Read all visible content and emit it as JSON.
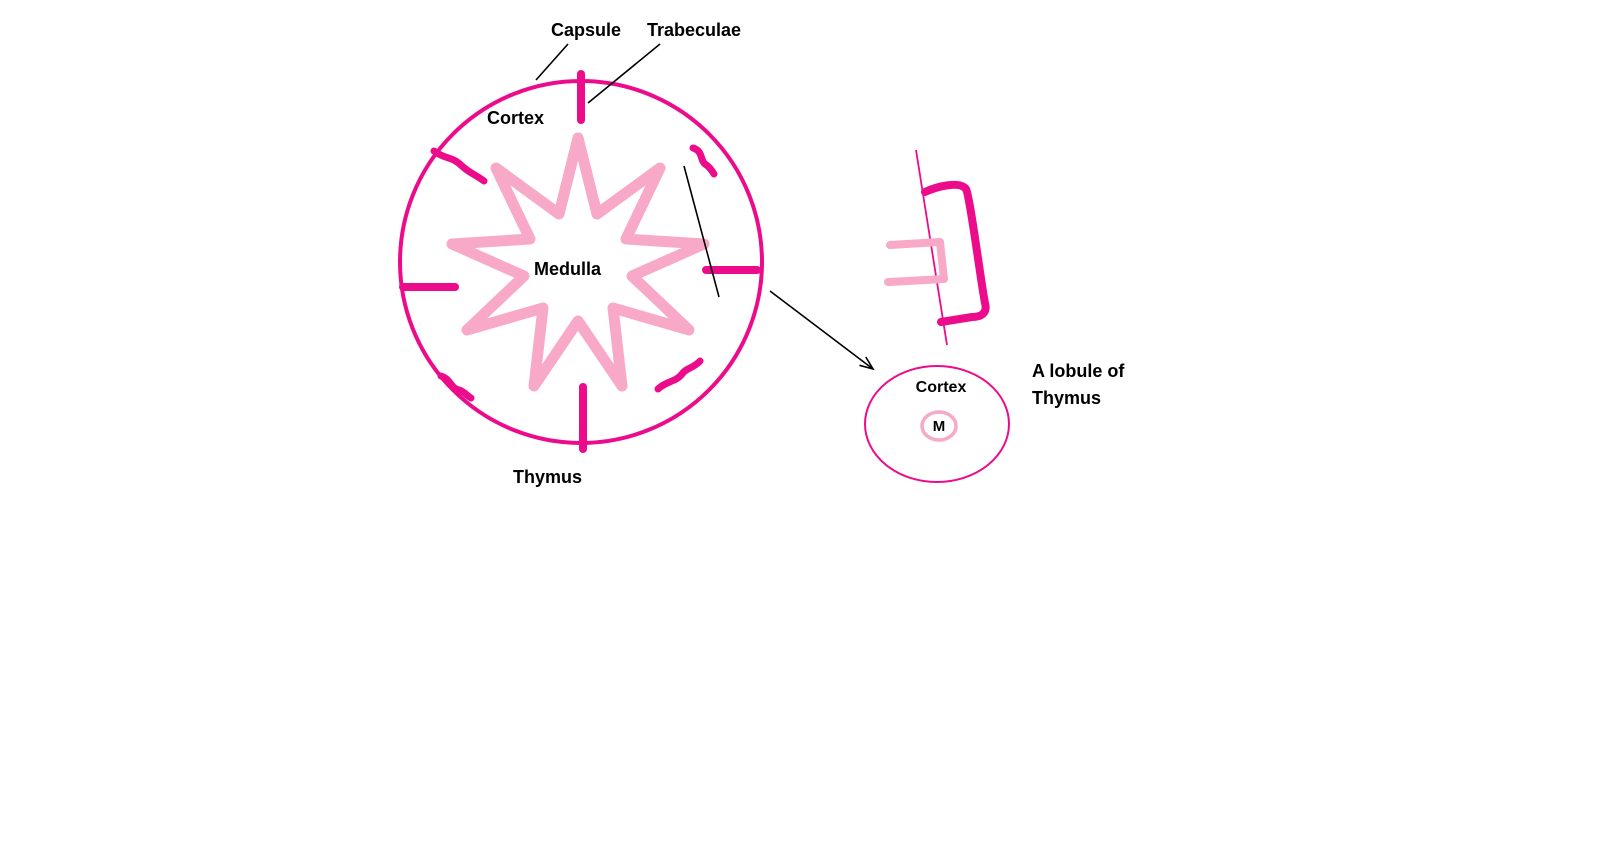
{
  "diagram": {
    "main_figure": {
      "label_capsule": "Capsule",
      "label_trabeculae": "Trabeculae",
      "label_cortex": "Cortex",
      "label_medulla": "Medulla",
      "label_thymus": "Thymus"
    },
    "lobule_figure": {
      "label_cortex": "Cortex",
      "label_medulla_abbrev": "M",
      "caption_line1": "A lobule of",
      "caption_line2": "Thymus"
    },
    "colors": {
      "deep_pink": "#ec0b8b",
      "light_pink": "#f7a9c7",
      "line_black": "#000000",
      "background": "#ffffff"
    }
  }
}
